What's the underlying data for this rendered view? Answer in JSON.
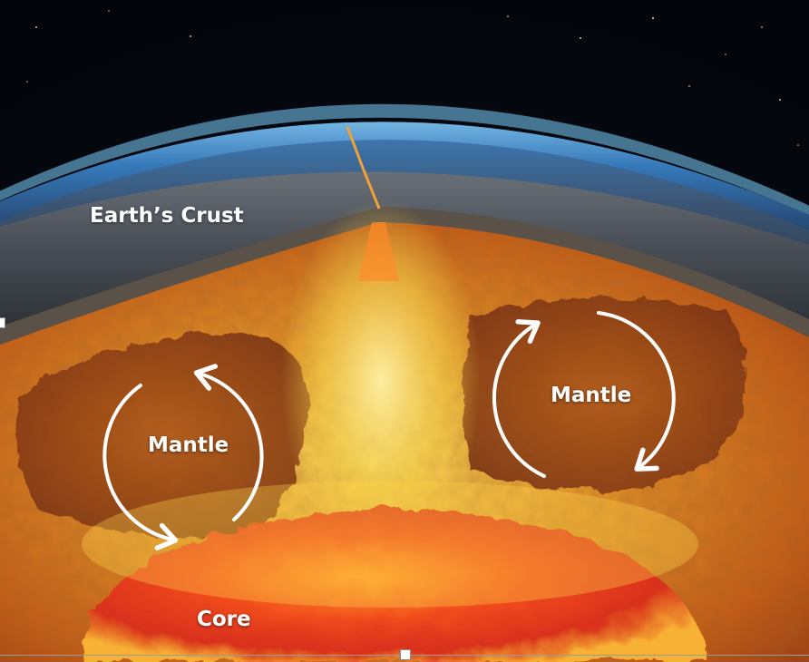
{
  "labels": {
    "crust": "Earth’s Crust",
    "mantle_left": "Mantle",
    "mantle_right": "Mantle",
    "core": "Core"
  },
  "convection": [
    {
      "label_key": "mantle_left",
      "direction": "counterclockwise"
    },
    {
      "label_key": "mantle_right",
      "direction": "clockwise"
    }
  ],
  "colors": {
    "space": "#05070d",
    "atmosphere": "#5fb8ff",
    "crust": "#4a4f57",
    "mantle_hot": "#f4c63a",
    "mantle_deep": "#b3410f",
    "core": "#e8331c",
    "arrow": "#ffffff"
  }
}
